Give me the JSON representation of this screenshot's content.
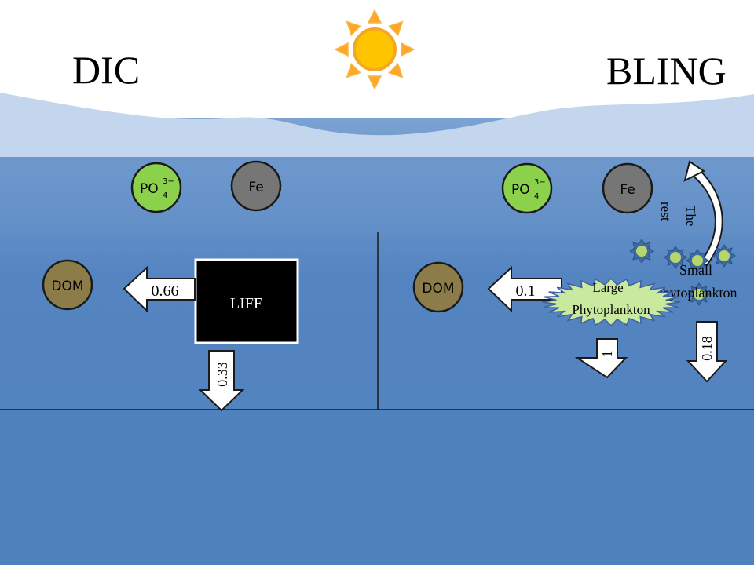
{
  "titles": {
    "left": "DIC",
    "right": "BLING"
  },
  "colors": {
    "ocean_upper": "#4a7fb8",
    "ocean_lower": "#4f82bd",
    "wave": "#c4d6ee",
    "nutrient_po4": "#8cd14c",
    "nutrient_fe": "#767676",
    "dom": "#8c7c4a",
    "life_box": "#000000",
    "phytoplankton": "#c9ea9e",
    "sun": "#ffc400"
  },
  "nutrients": {
    "po4_base": "PO",
    "po4_sup": "3−",
    "po4_sub": "4",
    "fe": "Fe",
    "dom": "DOM"
  },
  "dic": {
    "life_label": "LIFE",
    "dom_flux": "0.66",
    "export_flux": "0.33"
  },
  "bling": {
    "dom_flux": "0.1",
    "large_line1": "Large",
    "large_line2": "Phytoplankton",
    "large_export": "1",
    "small_line1": "Small",
    "small_line2": "Phytoplankton",
    "small_export": "0.18",
    "rest_line1": "The",
    "rest_line2": "rest"
  },
  "icons": {
    "sun": "sun-icon"
  }
}
